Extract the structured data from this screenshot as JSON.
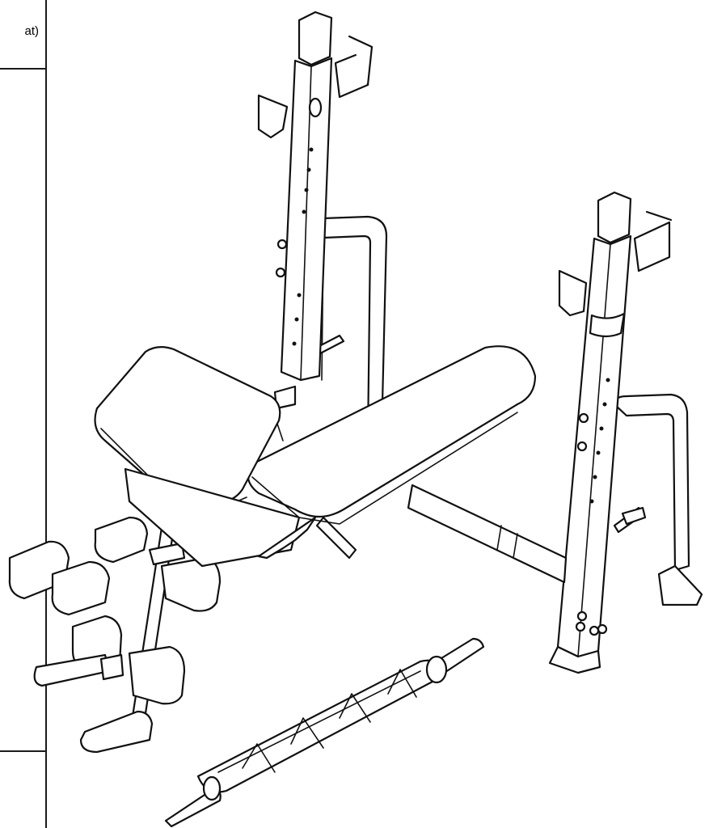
{
  "side_panel": {
    "truncated_text": "at)"
  },
  "figure": {
    "subject": "weight-bench-with-rack",
    "parts": [
      "bench-rack-left",
      "bench-rack-right",
      "incline-backrest",
      "seat-pad",
      "leg-developer",
      "preacher-pad",
      "curl-bar"
    ]
  }
}
